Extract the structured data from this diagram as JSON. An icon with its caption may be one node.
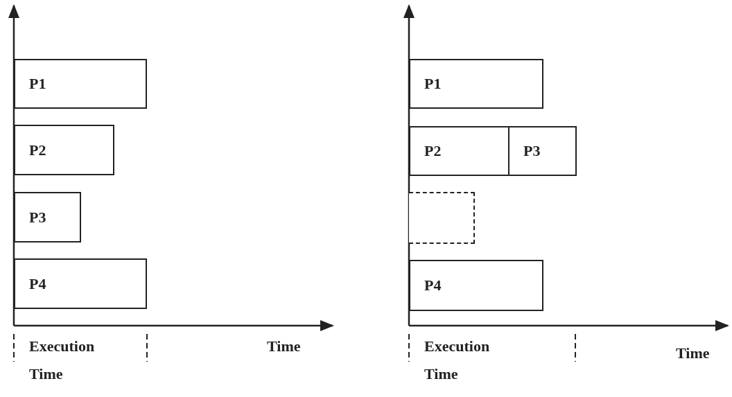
{
  "diagram": {
    "nodes": [
      {
        "text": [
          "P1"
        ]
      },
      {
        "text": [
          "P2"
        ]
      },
      {
        "text": [
          "P3"
        ]
      },
      {
        "text": [
          "P4"
        ]
      },
      {
        "text": [
          "P1"
        ]
      },
      {
        "text": [
          "P2"
        ]
      },
      {
        "text": [
          "P3"
        ]
      },
      {
        "text": [],
        "shape": "box"
      },
      {
        "text": [
          "P4"
        ]
      }
    ],
    "edges": [],
    "labels": [
      "Execution Time",
      "Time",
      "Execution Time",
      "Time"
    ]
  }
}
